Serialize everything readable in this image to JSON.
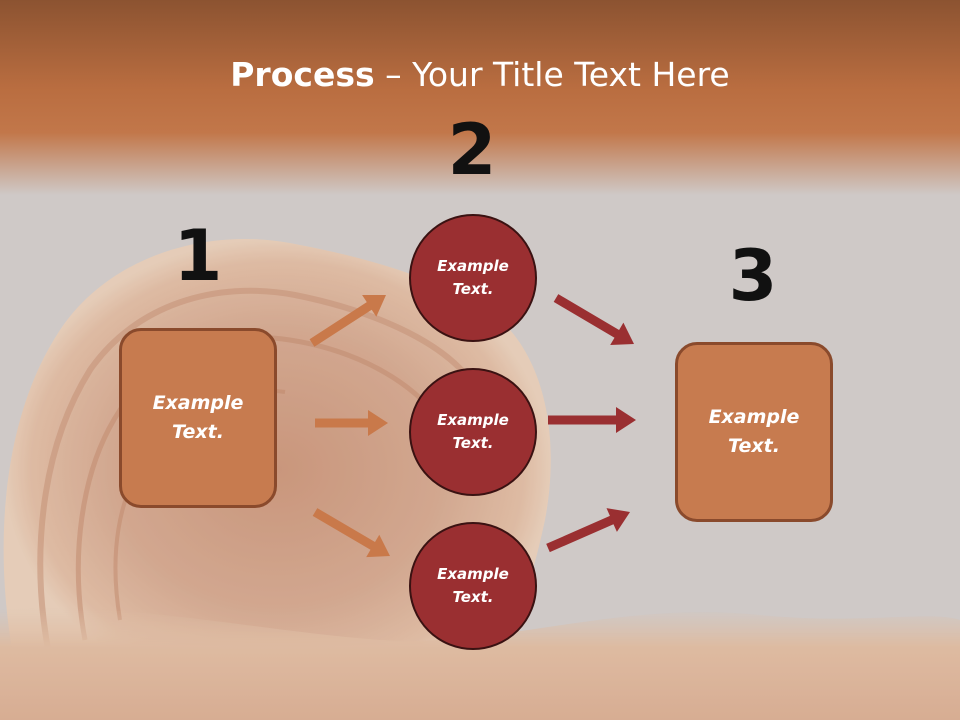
{
  "title": {
    "bold": "Process",
    "dash": " – ",
    "rest": "Your Title Text Here"
  },
  "steps": [
    {
      "number": "1",
      "text": "Example\nText."
    },
    {
      "number": "2",
      "nodes": [
        "Example\nText.",
        "Example\nText.",
        "Example\nText."
      ]
    },
    {
      "number": "3",
      "text": "Example\nText."
    }
  ],
  "colors": {
    "header_brown": "#b76a3c",
    "box_fill": "#c77b4f",
    "circle_fill": "#9a2f31",
    "arrow_orange": "#c9794a",
    "arrow_red": "#9a2f31"
  }
}
